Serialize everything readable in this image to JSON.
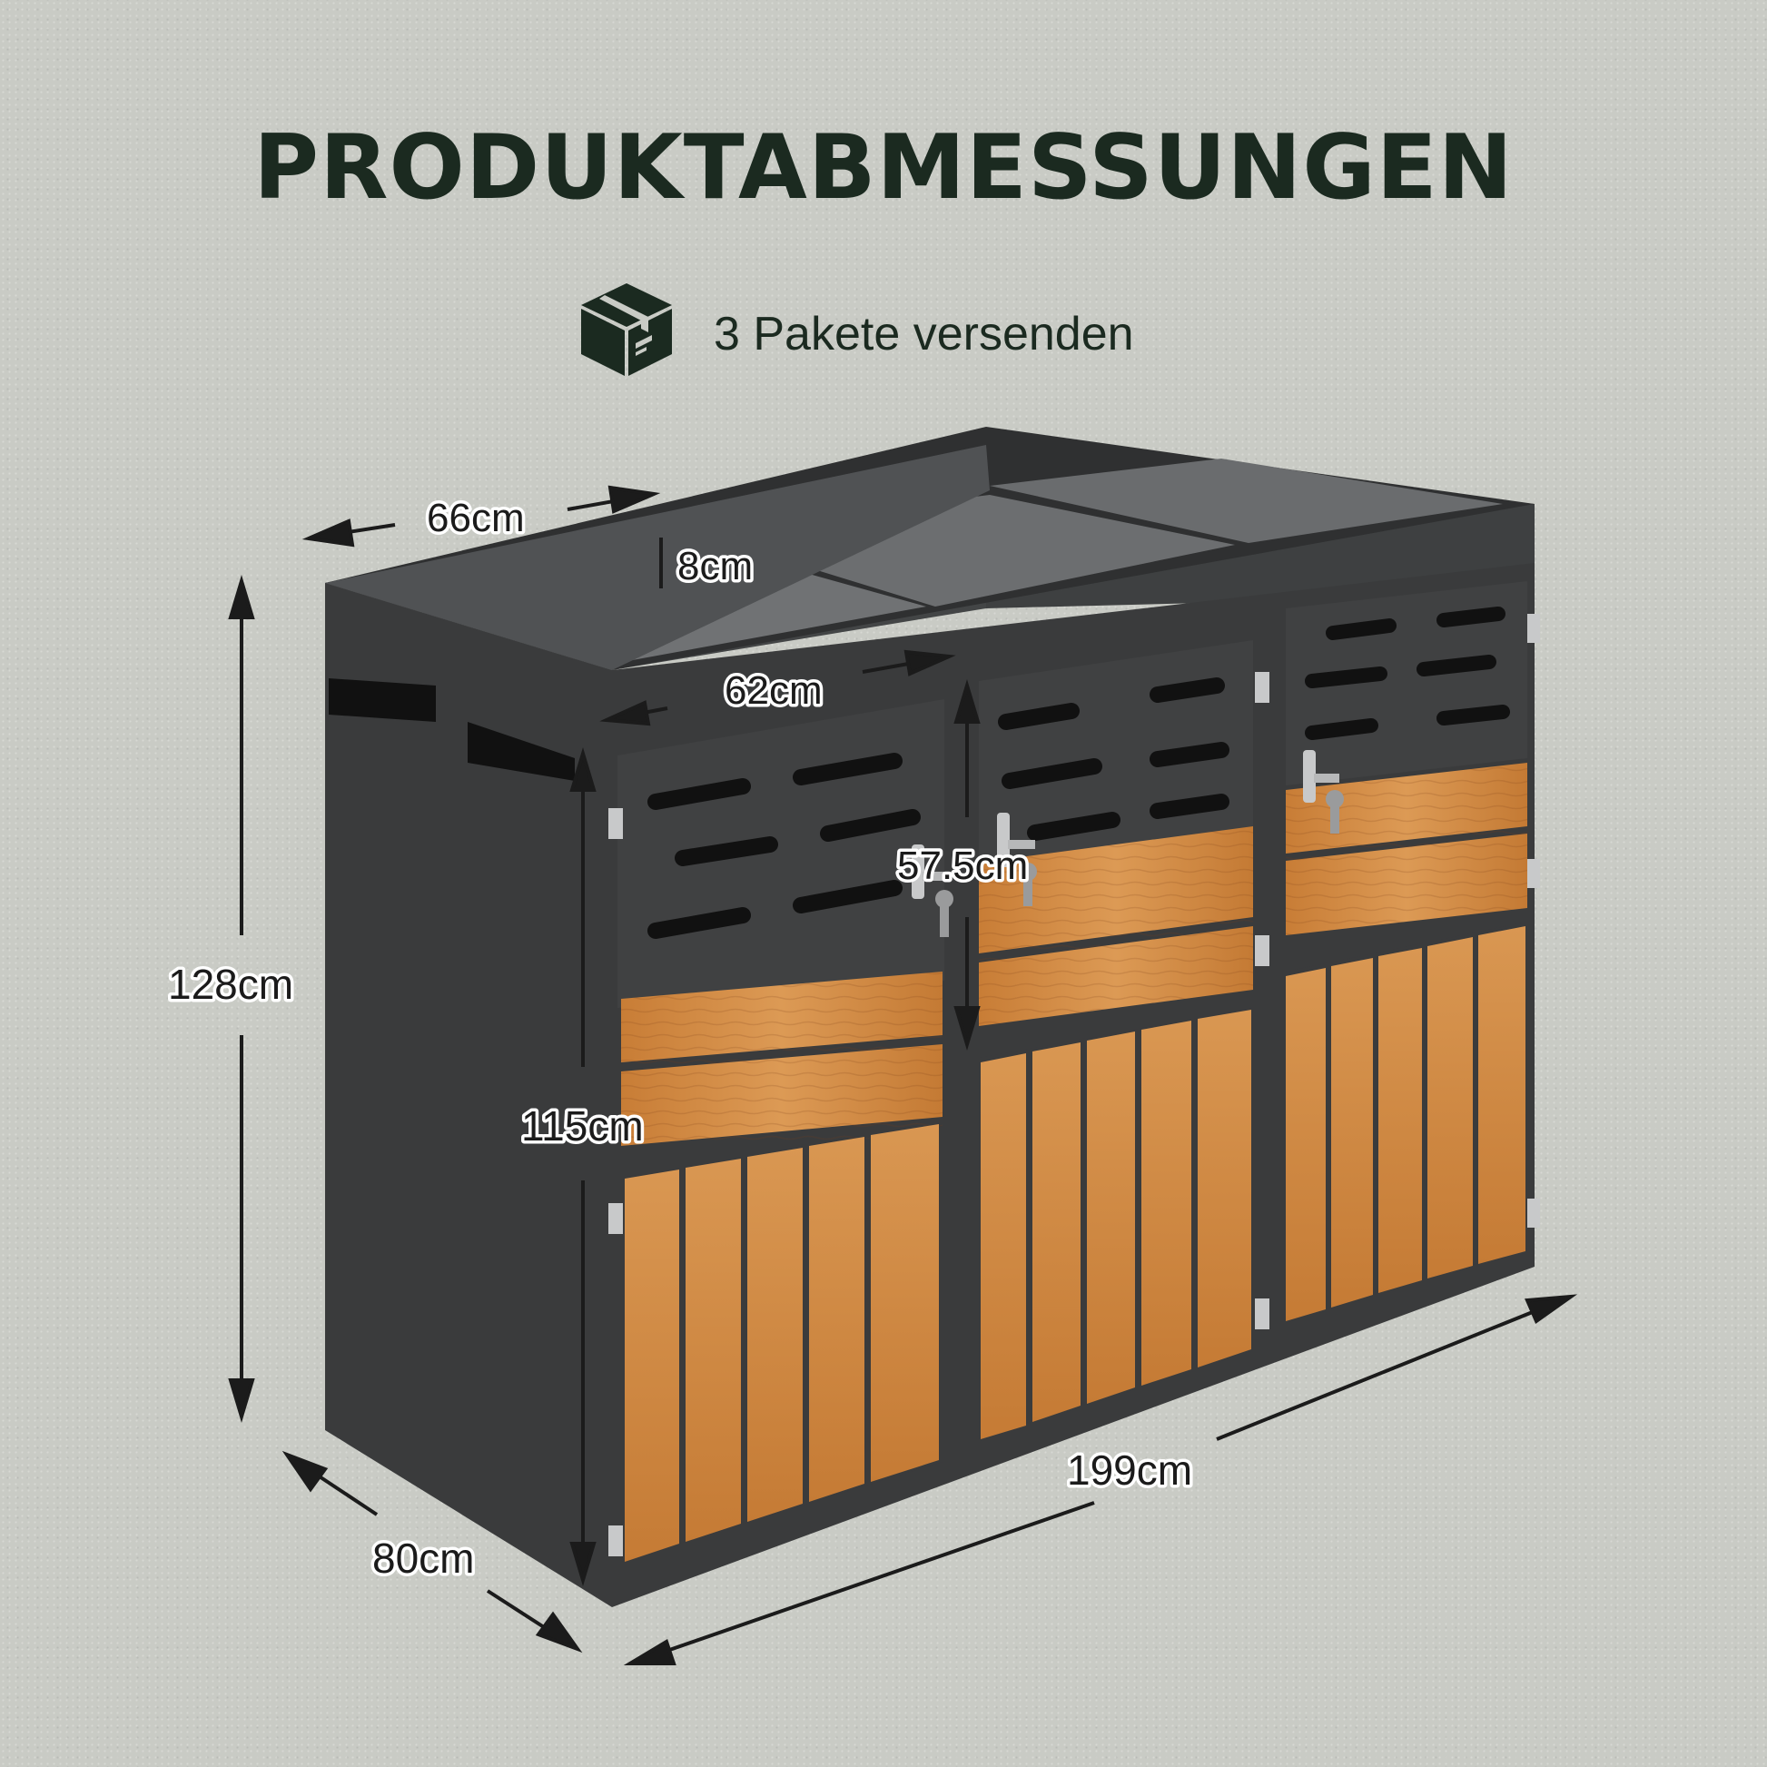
{
  "header": {
    "title": "PRODUKTABMESSUNGEN",
    "subtitle": "3 Pakete versenden"
  },
  "icons": {
    "package": "package-box-icon"
  },
  "colors": {
    "background": "#c9cbc5",
    "text": "#1b2a20",
    "metal": "#3a3b3c",
    "wood": "#d08a42",
    "arrow": "#1b1b1b"
  },
  "dimensions": {
    "total_width": "199cm",
    "depth": "80cm",
    "total_height": "128cm",
    "door_height": "115cm",
    "top_depth": "66cm",
    "top_width": "62cm",
    "rim_height": "8cm",
    "lid_height": "57.5cm"
  }
}
